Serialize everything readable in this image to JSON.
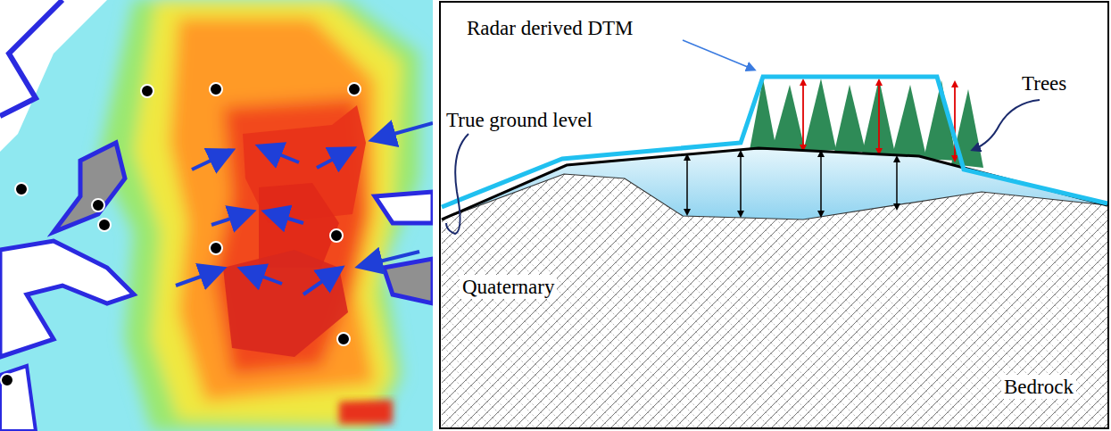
{
  "diagram": {
    "labels": [
      "Radar derived DTM",
      "True ground level",
      "Trees",
      "Quaternary",
      "Bedrock"
    ]
  }
}
